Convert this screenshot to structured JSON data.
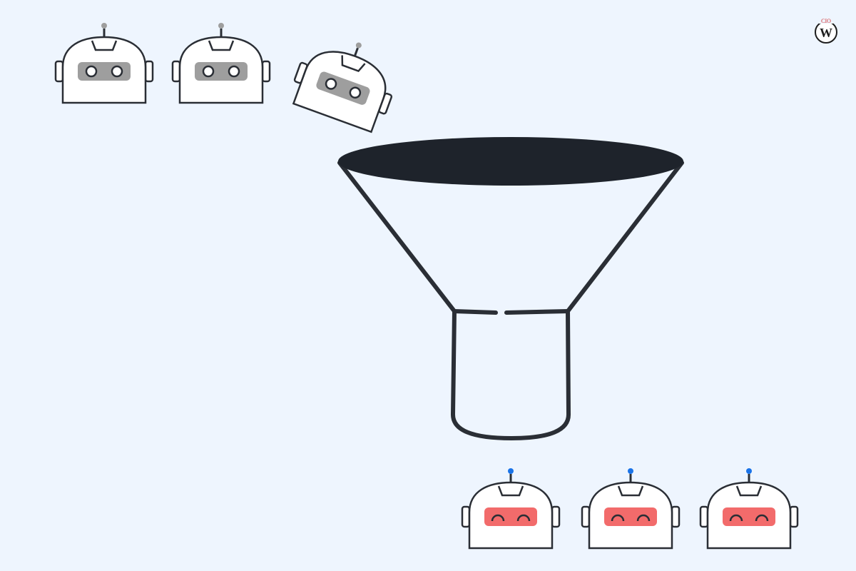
{
  "colors": {
    "background": "#EEF5FE",
    "outline": "#2A2E35",
    "funnel_mouth": "#1E232B",
    "robot_body": "#FFFFFF",
    "input_visor": "#9E9E9E",
    "input_antenna_tip": "#9E9E9E",
    "output_visor": "#F26B6B",
    "output_antenna_tip": "#1A73E8",
    "logo_ring": "#1E1E1E",
    "logo_accent": "#D32F2F"
  },
  "logo": {
    "top_text": "CIO",
    "letter": "W"
  },
  "illustration": {
    "input_robots": {
      "count": 3,
      "state": "neutral",
      "icon": "robot-neutral-icon"
    },
    "funnel": {
      "icon": "funnel-icon"
    },
    "output_robots": {
      "count": 3,
      "state": "happy",
      "icon": "robot-happy-icon"
    }
  }
}
